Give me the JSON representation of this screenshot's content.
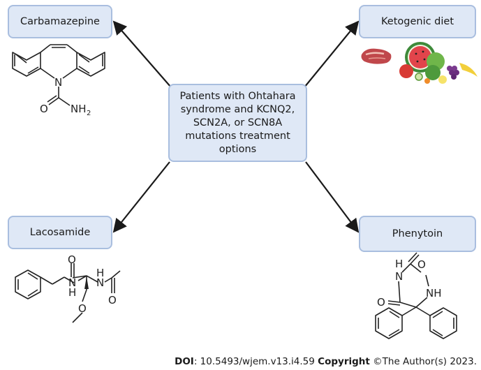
{
  "nodes": {
    "center": "Patients with Ohtahara syndrome and KCNQ2, SCN2A, or SCN8A mutations treatment options",
    "top_left": "Carbamazepine",
    "top_right": "Ketogenic diet",
    "bottom_left": "Lacosamide",
    "bottom_right": "Phenytoin"
  },
  "atoms": {
    "carbamazepine": {
      "n": "N",
      "o": "O",
      "nh2": "NH",
      "nh2_sub": "2"
    },
    "lacosamide": {
      "n1": "N",
      "h1": "H",
      "o1": "O",
      "n2": "N",
      "h2": "H",
      "o2": "O",
      "o3": "O"
    },
    "phenytoin": {
      "n1": "N",
      "h1": "H",
      "o1": "O",
      "nh": "NH",
      "o2": "O"
    }
  },
  "footer": {
    "doi_label": "DOI",
    "doi_value": ": 10.5493/wjem.v13.i4.59 ",
    "copyright_label": "Copyright",
    "copyright_value": " ©The Author(s) 2023."
  },
  "colors": {
    "box_fill": "#dfe8f6",
    "box_border": "#a9bedf",
    "arrow": "#1a1a1a"
  },
  "icons": [
    "food-icon"
  ]
}
